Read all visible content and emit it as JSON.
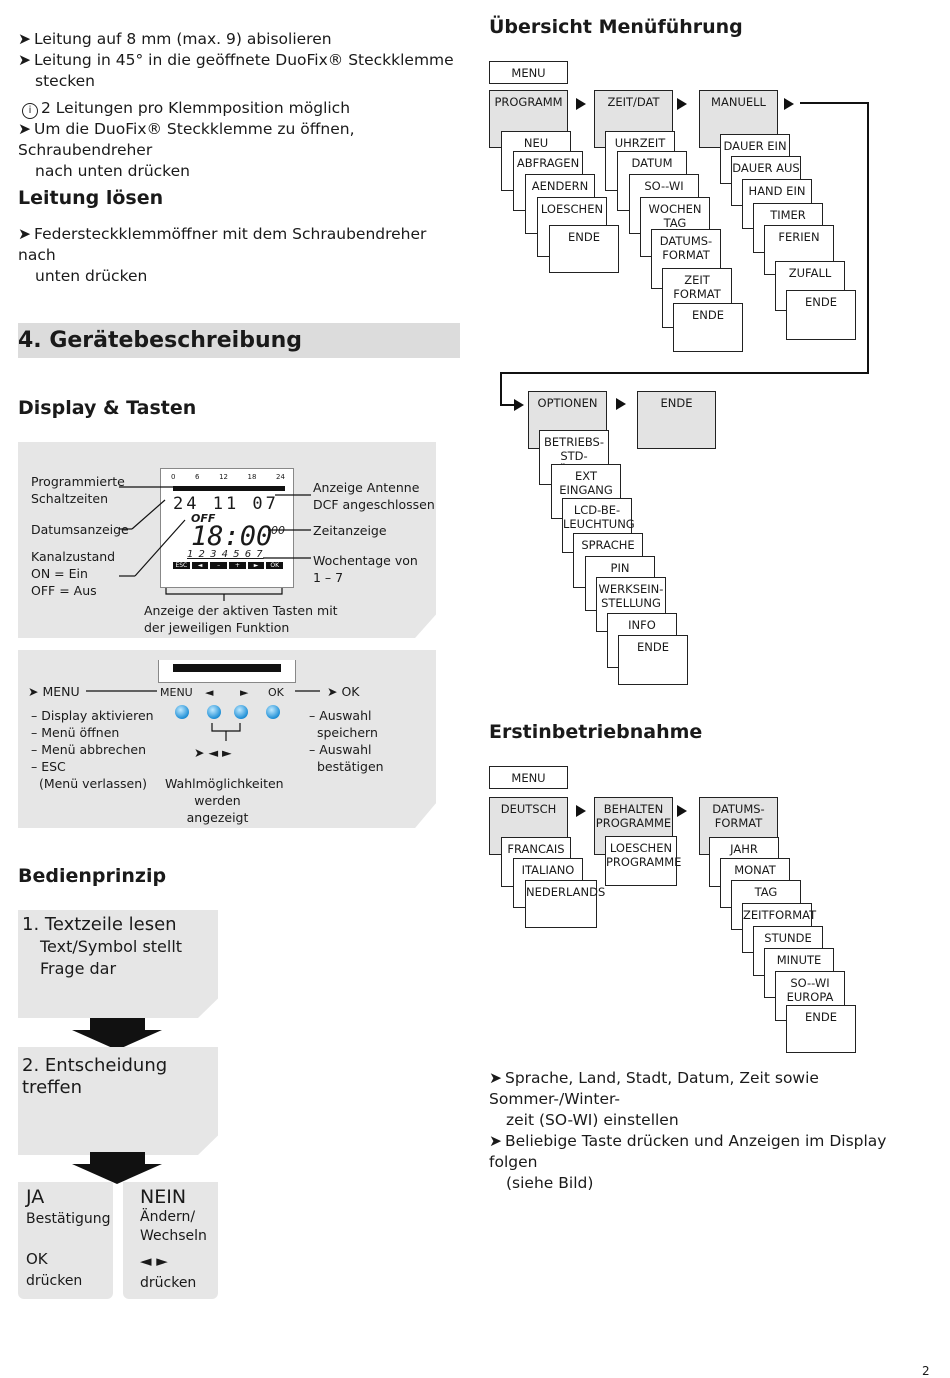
{
  "left": {
    "bullets_top": [
      "Leitung auf 8 mm (max. 9) abisolieren",
      "Leitung in 45° in die geöffnete DuoFix® Steckklemme",
      "stecken",
      "2 Leitungen pro Klemmposition möglich",
      "Um die DuoFix® Steckklemme zu öffnen, Schraubendreher",
      "nach unten drücken"
    ],
    "heading_leitung": "Leitung lösen",
    "bullet_leitung": [
      "Federsteckklemmöffner mit dem Schraubendreher nach",
      "unten drücken"
    ],
    "section_title": "4.   Gerätebeschreibung",
    "heading_display": "Display & Tasten",
    "display_labels": {
      "prog": [
        "Programmierte",
        "Schaltzeiten"
      ],
      "datum": "Datumsanzeige",
      "kanal": [
        "Kanalzustand",
        "ON = Ein",
        "OFF = Aus"
      ],
      "antenne": [
        "Anzeige Antenne",
        "DCF angeschlossen"
      ],
      "zeit": "Zeitanzeige",
      "woche": [
        "Wochentage von",
        "1 – 7"
      ],
      "tasten": [
        "Anzeige der aktiven Tasten mit",
        "der jeweiligen Funktion"
      ]
    },
    "lcd": {
      "scale": [
        "0",
        "6",
        "12",
        "18",
        "24"
      ],
      "date": "24 11 07",
      "off": "OFF",
      "time": "18:00",
      "sec": "00",
      "days": "1 2 3 4 5 6 7",
      "keys": [
        "ESC",
        "◄",
        "–",
        "+",
        "►",
        "OK"
      ]
    },
    "buttons_panel": {
      "menu_label": "MENU",
      "menu_items": [
        "– Display aktivieren",
        "– Menü öffnen",
        "– Menü abbrechen",
        "– ESC",
        "  (Menü verlassen)"
      ],
      "key_labels": [
        "MENU",
        "◄",
        "►",
        "OK"
      ],
      "ok_label": "OK",
      "ok_items": [
        "– Auswahl",
        "  speichern",
        "– Auswahl",
        "  bestätigen"
      ],
      "arrows": "➤ ◄ ►",
      "wahl": [
        "Wahlmöglichkeiten",
        "werden angezeigt"
      ]
    },
    "heading_bedien": "Bedienprinzip",
    "step1": [
      "1. Textzeile lesen",
      "Text/Symbol stellt",
      "Frage dar"
    ],
    "step2": "2. Entscheidung treffen",
    "ja": [
      "JA",
      "Bestätigung",
      "OK",
      "drücken"
    ],
    "nein": [
      "NEIN",
      "Ändern/",
      "Wechseln",
      "◄  ►",
      "drücken"
    ]
  },
  "right": {
    "heading_menu": "Übersicht Menüführung",
    "menu": "MENU",
    "top": [
      "PROGRAMM",
      "ZEIT/DAT",
      "MANUELL"
    ],
    "programm": [
      "NEU",
      "ABFRAGEN",
      "AENDERN",
      "LOESCHEN",
      "ENDE"
    ],
    "zeitdat": [
      "UHRZEIT",
      "DATUM",
      "SO--WI",
      "WOCHEN\nTAG",
      "DATUMS-\nFORMAT",
      "ZEIT\nFORMAT",
      "ENDE"
    ],
    "manuell": [
      "DAUER EIN",
      "DAUER AUS",
      "HAND EIN",
      "TIMER",
      "FERIEN",
      "ZUFALL",
      "ENDE"
    ],
    "optionen": "OPTIONEN",
    "ende": "ENDE",
    "opt_items": [
      "BETRIEBS-\nSTD-ZÄHLER",
      "EXT\nEINGANG",
      "LCD-BE-\nLEUCHTUNG",
      "SPRACHE",
      "PIN",
      "WERKSEIN-\nSTELLUNG",
      "INFO",
      "ENDE"
    ],
    "heading_erst": "Erstinbetriebnahme",
    "erst_top": [
      "DEUTSCH",
      "BEHALTEN\nPROGRAMME",
      "DATUMS-\nFORMAT"
    ],
    "sprache": [
      "FRANCAIS",
      "ITALIANO",
      "NEDERLANDS"
    ],
    "loeschen": "LOESCHEN\nPROGRAMME",
    "datfmt": [
      "JAHR",
      "MONAT",
      "TAG",
      "ZEITFORMAT",
      "STUNDE",
      "MINUTE",
      "SO--WI\nEUROPA",
      "ENDE"
    ],
    "bullets": [
      "Sprache, Land, Stadt, Datum, Zeit sowie Sommer-/Winter-",
      "zeit (SO-WI) einstellen",
      "Beliebige Taste drücken und Anzeigen im Display folgen",
      "(siehe Bild)"
    ]
  },
  "page_number": "2"
}
